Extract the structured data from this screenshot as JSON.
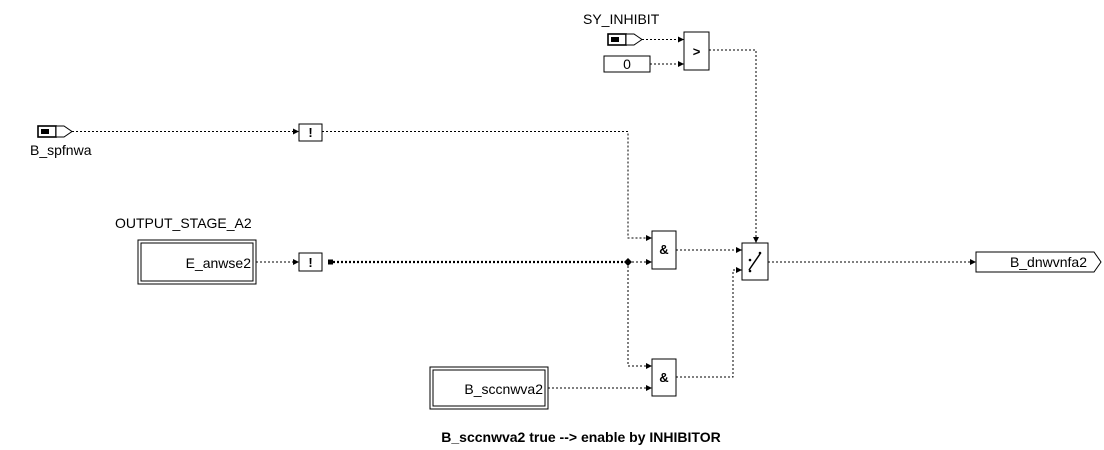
{
  "labels": {
    "sy_inhibit": "SY_INHIBIT",
    "b_spfnwa": "B_spfnwa",
    "output_stage": "OUTPUT_STAGE_A2",
    "e_anwse2": "E_anwse2",
    "b_sccnwva2": "B_sccnwva2",
    "b_dnwvnfa2": "B_dnwvnfa2",
    "const_zero": "0"
  },
  "symbols": {
    "compare": ">",
    "not": "!",
    "and": "&"
  },
  "caption": "B_sccnwva2 true --> enable by INHIBITOR"
}
